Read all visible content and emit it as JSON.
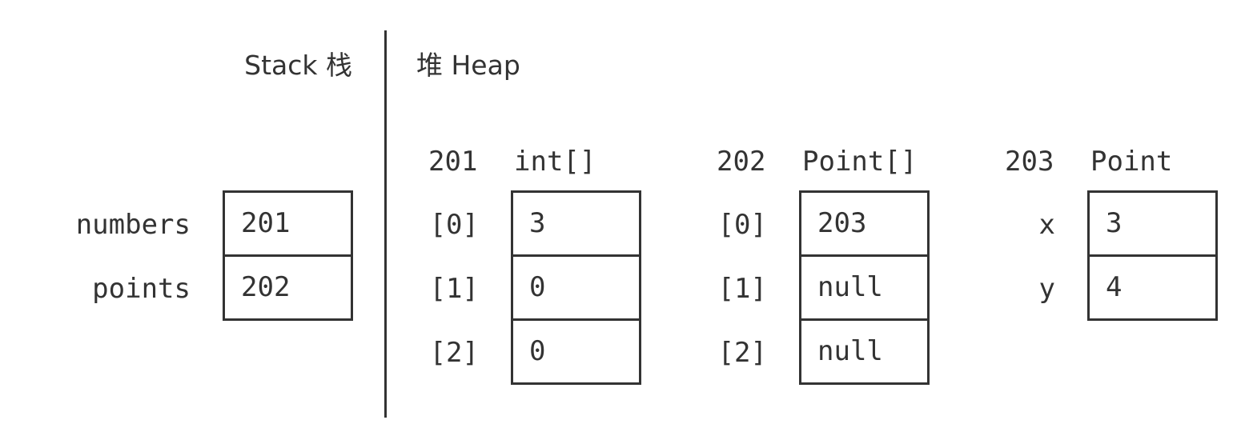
{
  "stack": {
    "title": "Stack 栈",
    "variables": [
      {
        "name": "numbers",
        "value": "201"
      },
      {
        "name": "points",
        "value": "202"
      }
    ]
  },
  "heap": {
    "title": "堆 Heap",
    "objects": [
      {
        "address": "201",
        "type": "int[]",
        "fields": [
          {
            "key": "[0]",
            "value": "3"
          },
          {
            "key": "[1]",
            "value": "0"
          },
          {
            "key": "[2]",
            "value": "0"
          }
        ]
      },
      {
        "address": "202",
        "type": "Point[]",
        "fields": [
          {
            "key": "[0]",
            "value": "203"
          },
          {
            "key": "[1]",
            "value": "null"
          },
          {
            "key": "[2]",
            "value": "null"
          }
        ]
      },
      {
        "address": "203",
        "type": "Point",
        "fields": [
          {
            "key": "x",
            "value": "3"
          },
          {
            "key": "y",
            "value": "4"
          }
        ]
      }
    ]
  }
}
